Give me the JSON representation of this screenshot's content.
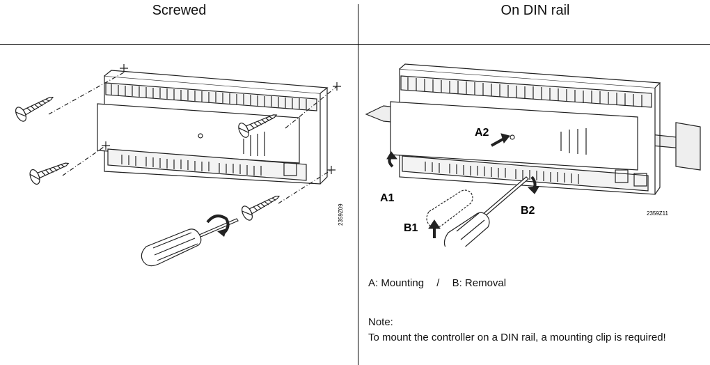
{
  "columns": {
    "left_title": "Screwed",
    "right_title": "On DIN rail"
  },
  "figure_left": {
    "code": "2359Z09"
  },
  "figure_right": {
    "code": "2359Z11",
    "labels": {
      "a1": "A1",
      "a2": "A2",
      "b1": "B1",
      "b2": "B2"
    }
  },
  "caption": {
    "mounting": "A: Mounting",
    "separator": "/",
    "removal": "B: Removal"
  },
  "note": {
    "title": "Note:",
    "text": "To mount the controller on a DIN rail, a mounting clip is required!"
  }
}
